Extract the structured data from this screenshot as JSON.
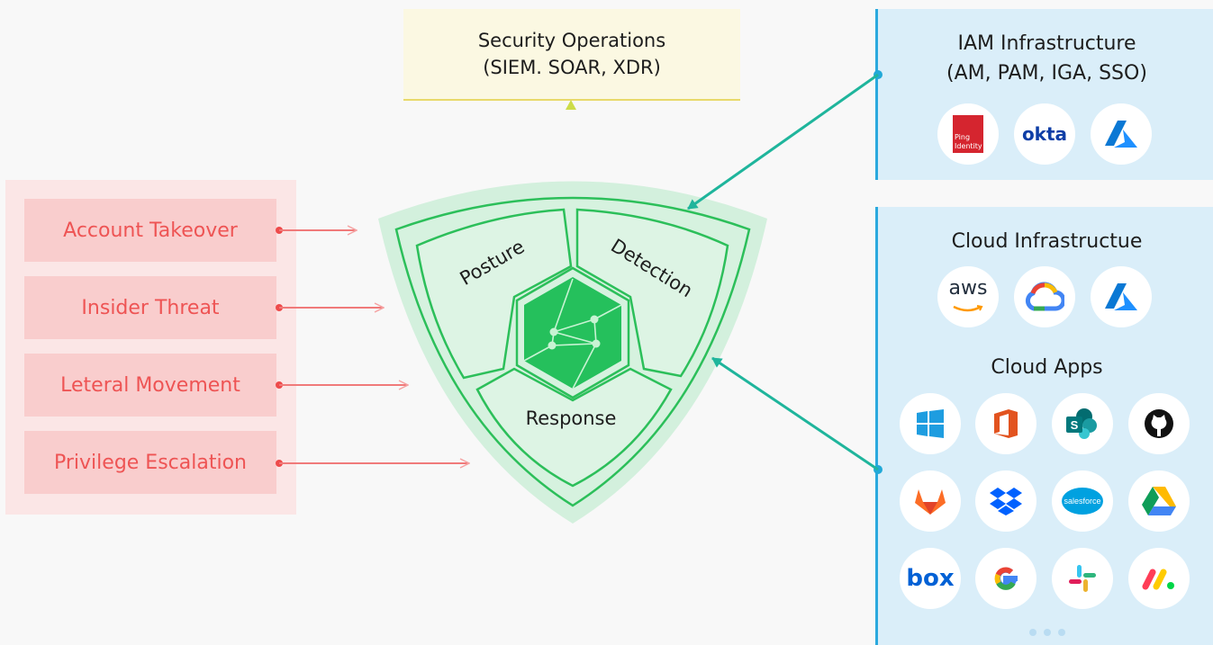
{
  "threats": {
    "items": [
      {
        "label": "Account Takeover"
      },
      {
        "label": "Insider Threat"
      },
      {
        "label": "Leteral Movement"
      },
      {
        "label": "Privilege Escalation"
      }
    ]
  },
  "security_operations": {
    "line1": "Security Operations",
    "line2": "(SIEM. SOAR, XDR)"
  },
  "shield": {
    "posture": "Posture",
    "detection": "Detection",
    "response": "Response"
  },
  "iam": {
    "title_line1": "IAM Infrastructure",
    "title_line2": "(AM, PAM, IGA, SSO)",
    "logos": [
      {
        "name": "ping-identity",
        "text_line1": "Ping",
        "text_line2": "Identity"
      },
      {
        "name": "okta",
        "text": "okta"
      },
      {
        "name": "azure"
      }
    ]
  },
  "cloud_infra": {
    "title": "Cloud Infrastructue",
    "logos": [
      {
        "name": "aws",
        "text": "aws"
      },
      {
        "name": "google-cloud"
      },
      {
        "name": "azure"
      }
    ]
  },
  "cloud_apps": {
    "title": "Cloud Apps",
    "logos": [
      {
        "name": "windows"
      },
      {
        "name": "office"
      },
      {
        "name": "sharepoint",
        "text": "S"
      },
      {
        "name": "github"
      },
      {
        "name": "gitlab"
      },
      {
        "name": "dropbox"
      },
      {
        "name": "salesforce",
        "text": "salesforce"
      },
      {
        "name": "google-drive"
      },
      {
        "name": "box",
        "text": "box"
      },
      {
        "name": "google",
        "text": "G"
      },
      {
        "name": "slack"
      },
      {
        "name": "monday"
      }
    ]
  },
  "colors": {
    "threat_text": "#ee5454",
    "threat_arrow": "#f07a7a",
    "shield_outer": "#d3f0dd",
    "shield_line": "#2cbf5a",
    "secops_arrow": "#cddc48",
    "teal_arrow": "#1fb59c",
    "panel_blue": "#daeef9"
  }
}
